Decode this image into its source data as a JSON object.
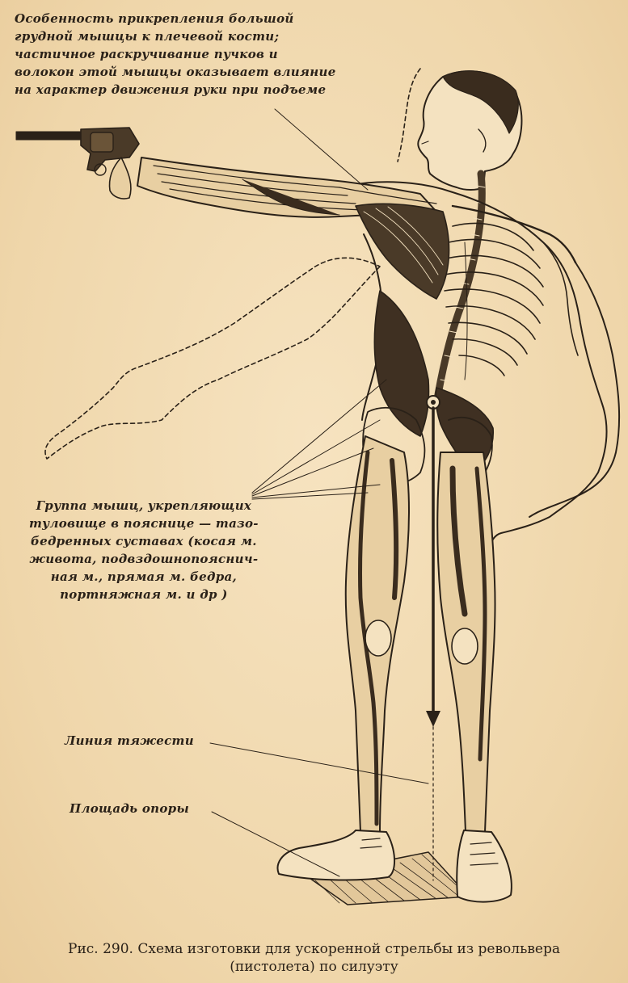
{
  "labels": {
    "muscle_attachment": [
      "Особенность прикрепления большой",
      "грудной мышцы к плечевой кости;",
      "частичное раскручивание пучков и",
      "волокон этой мышцы оказывает влияние",
      "на характер движения руки при подъеме"
    ],
    "muscle_group": [
      "Группа мышц, укрепляющих",
      "туловище в пояснице — тазо-",
      "бедренных суставах (косая м.",
      "живота, подвздошнопояснич-",
      "ная м., прямая м. бедра,",
      "портняжная м. и др )"
    ],
    "gravity_line": "Линия тяжести",
    "support_area": "Площадь опоры"
  },
  "caption": [
    "Рис. 290. Схема изготовки для ускоренной стрельбы из револьвера",
    "(пистолета) по силуэту"
  ],
  "colors": {
    "paper": "#f2ddb5",
    "ink": "#2a2118"
  }
}
